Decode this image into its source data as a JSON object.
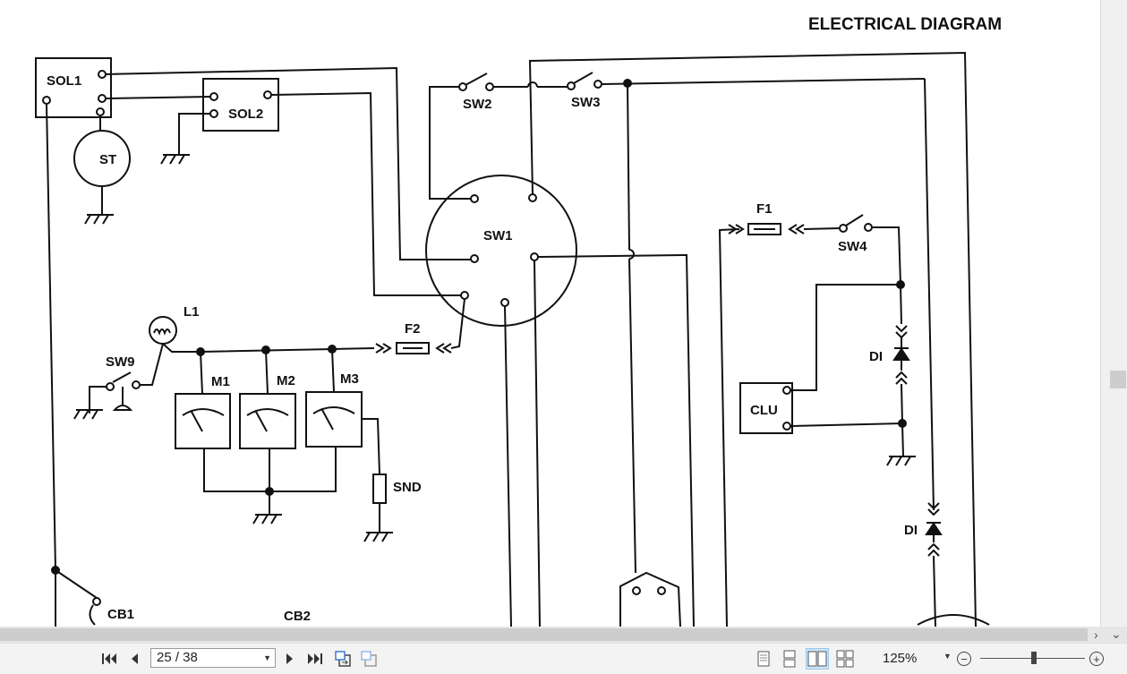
{
  "document": {
    "title": "ELECTRICAL DIAGRAM",
    "components": {
      "sol1": "SOL1",
      "sol2": "SOL2",
      "st": "ST",
      "sw1": "SW1",
      "sw2": "SW2",
      "sw3": "SW3",
      "sw4": "SW4",
      "sw9": "SW9",
      "f1": "F1",
      "f2": "F2",
      "l1": "L1",
      "m1": "M1",
      "m2": "M2",
      "m3": "M3",
      "snd": "SND",
      "clu": "CLU",
      "di_upper": "DI",
      "di_lower": "DI",
      "cb1": "CB1",
      "cb2": "CB2"
    }
  },
  "toolbar": {
    "first_page_icon": "first-page-icon",
    "prev_page_icon": "previous-page-icon",
    "page_indicator": "25 / 38",
    "next_page_icon": "next-page-icon",
    "last_page_icon": "last-page-icon",
    "zoom": "125%",
    "zoom_out": "−",
    "zoom_in": "+"
  },
  "scrollbars": {
    "right_arrow": "›",
    "down_arrow": "⌄"
  }
}
